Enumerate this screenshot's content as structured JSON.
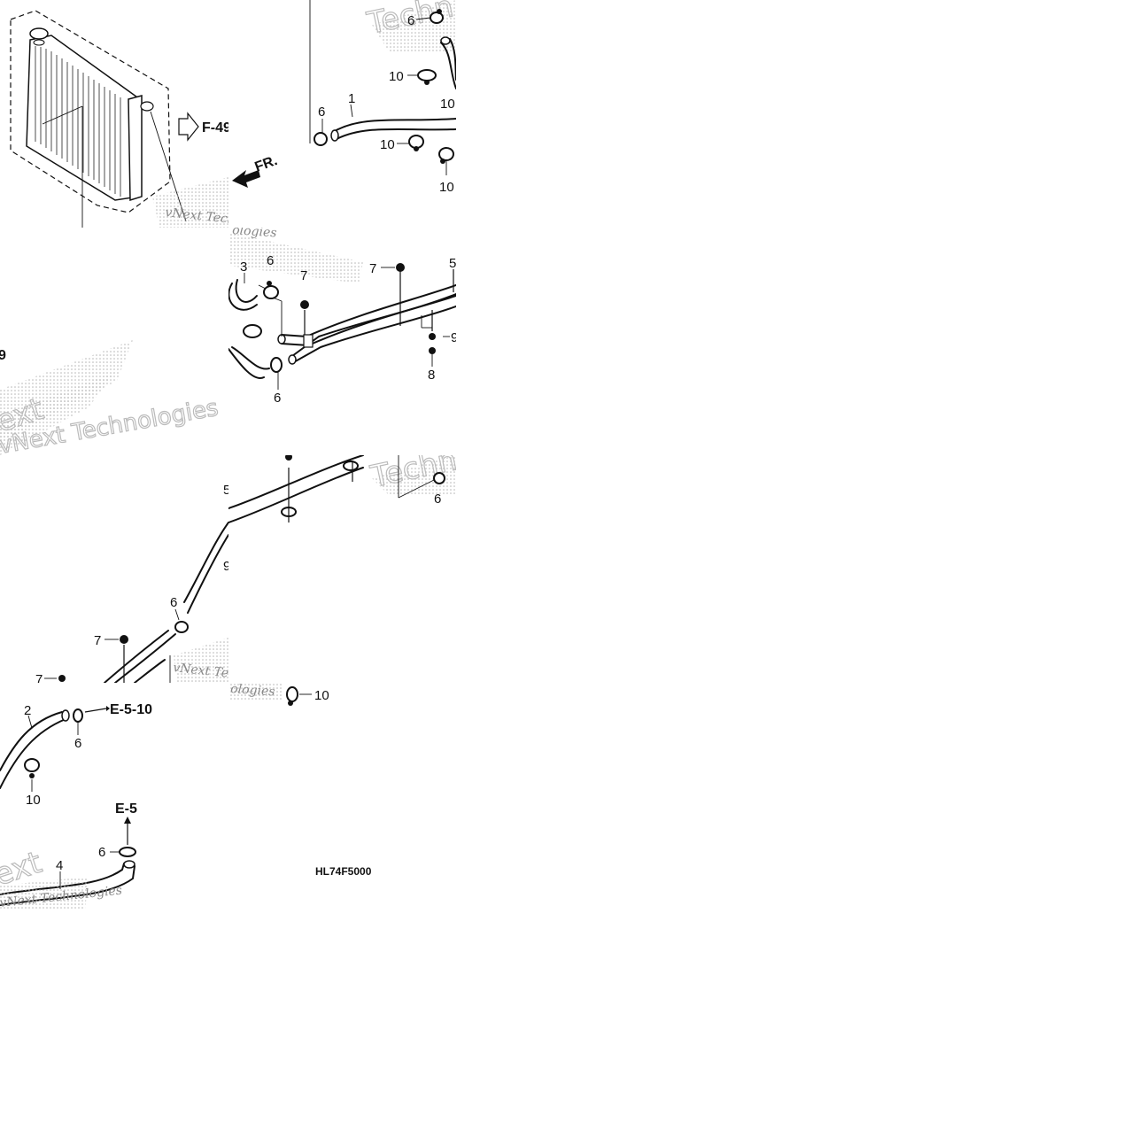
{
  "callouts": {
    "p1": "1",
    "p2": "2",
    "p3": "3",
    "p4": "4",
    "p5": "5",
    "p6": "6",
    "p7": "7",
    "p8": "8",
    "p9": "9",
    "p10": "10"
  },
  "refs": {
    "f49": "F-49",
    "fr": "FR.",
    "e510": "E-5-10",
    "e5": "E-5"
  },
  "diagram_code": "HL74F5000",
  "watermark": {
    "company_a": "vNext Technologies",
    "company_b": "Techn",
    "fragment": "ext",
    "fragment2": "ologies"
  }
}
